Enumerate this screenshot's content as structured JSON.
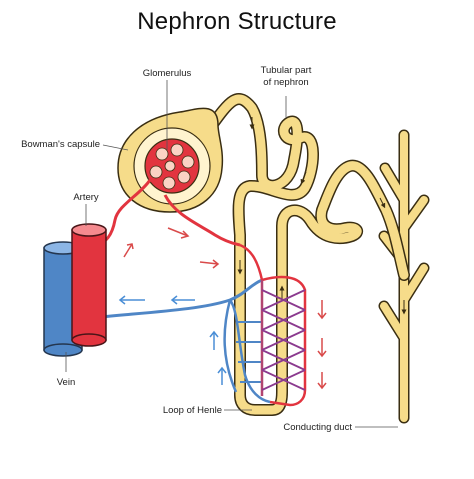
{
  "title": "Nephron Structure",
  "labels": {
    "glomerulus": "Glomerulus",
    "tubular_line1": "Tubular part",
    "tubular_line2": "of nephron",
    "bowmans_capsule": "Bowman's capsule",
    "artery": "Artery",
    "vein": "Vein",
    "loop_of_henle": "Loop of Henle",
    "conducting_duct": "Conducting duct"
  },
  "colors": {
    "tubule_fill": "#f6dc8a",
    "tubule_outline": "#3a2e12",
    "artery_red": "#e2343f",
    "vein_blue": "#4f86c6",
    "arrow_red": "#d94a4a",
    "arrow_blue": "#4a8ed6"
  }
}
